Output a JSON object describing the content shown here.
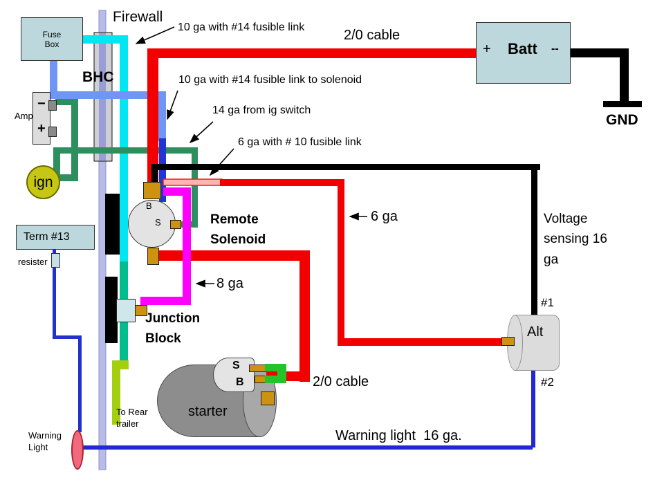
{
  "components": {
    "fuse_box": {
      "label": "Fuse Box"
    },
    "firewall": {
      "label": "Firewall"
    },
    "bhc": {
      "label": "BHC"
    },
    "amp": {
      "label": "Amp",
      "neg": "−",
      "pos": "+"
    },
    "ign": {
      "label": "ign"
    },
    "term13": {
      "label": "Term #13"
    },
    "resister": {
      "label": "resister"
    },
    "warning_light": {
      "label": "Warning Light"
    },
    "remote_solenoid": {
      "label": "Remote Solenoid",
      "b": "B",
      "s": "S"
    },
    "junction_block": {
      "label": "Junction Block"
    },
    "trailer_wire": {
      "label": "To Rear trailer"
    },
    "starter": {
      "label": "starter",
      "s": "S",
      "b": "B"
    },
    "battery": {
      "pos": "+",
      "label": "Batt",
      "neg": "--"
    },
    "ground": {
      "label": "GND"
    },
    "alt": {
      "label": "Alt",
      "t1": "#1",
      "t2": "#2"
    }
  },
  "wire_labels": {
    "l_10ga_link": "10 ga with #14 fusible link",
    "l_cable_top": "2/0 cable",
    "l_10ga_link_sol": "10 ga with #14 fusible link to solenoid",
    "l_14ga_ig": "14 ga from ig switch",
    "l_6ga_link": "6 ga with # 10 fusible link",
    "l_6ga": "6 ga",
    "l_voltage": "Voltage sensing 16 ga",
    "l_8ga": "8 ga",
    "l_cable_bottom": "2/0 cable",
    "l_warning": "Warning light  16 ga."
  },
  "colors": {
    "red": "#f20000",
    "cyan": "#00e7f2",
    "teal": "#00bd8d",
    "chartreuse": "#a3cf0f",
    "green": "#2e8f5e",
    "cornflower": "#6f96f5",
    "dark_blue": "#1f35d4",
    "blue": "#2228d8",
    "magenta": "#ff00ff",
    "pink_link": "#ffb3b3",
    "black": "#000000",
    "orange": "#cc9210",
    "ign_yellow": "#c6c614",
    "warning_pink": "#f2687c",
    "box_blue": "#bcd8dc"
  }
}
